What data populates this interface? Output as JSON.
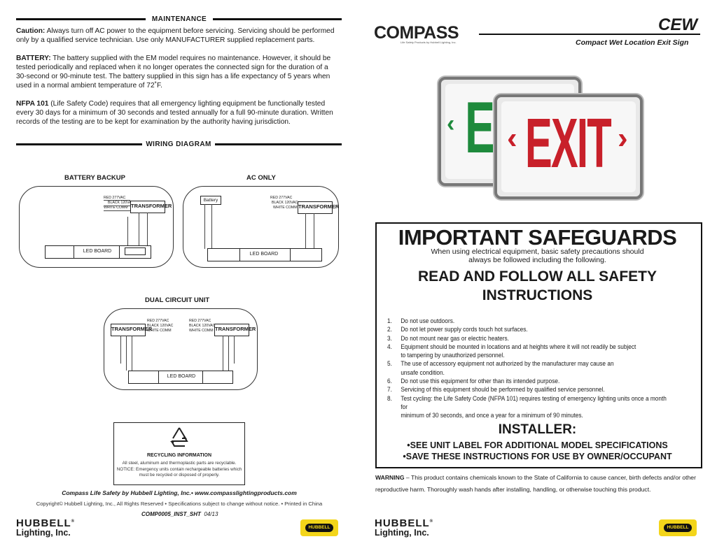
{
  "maintenance": {
    "title": "MAINTENANCE",
    "caution_label": "Caution:",
    "caution_text": " Always turn off AC power to the equipment before servicing. Servicing should be performed only by a qualified service technician. Use only MANUFACTURER supplied replacement parts.",
    "battery_label": "BATTERY:",
    "battery_text": " The battery supplied with the EM model requires no maintenance. However, it should be tested periodically and replaced when it no longer operates the connected sign for the duration of a 30-second or 90-minute test. The battery supplied in this sign has a life expectancy of 5 years when used in a normal ambient temperature of 72˚F.",
    "nfpa_label": "NFPA 101",
    "nfpa_text": " (Life Safety Code) requires that all emergency lighting equipment be functionally tested every 30 days for a minimum of 30 seconds and tested annually for a full 90-minute duration. Written records of the testing are to be kept for examination by the authority having jurisdiction."
  },
  "wiring": {
    "title": "WIRING DIAGRAM",
    "battery_backup": "BATTERY BACKUP",
    "ac_only": "AC ONLY",
    "dual_circuit": "DUAL CIRCUIT UNIT",
    "red": "RED 277VAC",
    "black": "BLACK 120VAC",
    "white": "WHITE COMM",
    "transformer": "TRANSFORMER",
    "led_board": "LED BOARD",
    "battery": "Battery"
  },
  "recycling": {
    "title": "RECYCLING INFORMATION",
    "line1": "All steel, aluminum and thermoplastic parts are recyclable.",
    "line2": "NOTICE: Emergency units contain rechargeable batteries which",
    "line3": "must be recycled or disposed of properly."
  },
  "footer_left": {
    "company": "Compass Life Safety by Hubbell Lighting, Inc.• www.compasslightingproducts.com",
    "copyright": "Copyright© Hubbell Lighting, Inc., All Rights Reserved • Specifications subject to change without notice. • Printed in China",
    "code": "COMP0005_INST_SHT",
    "date": "04/13"
  },
  "brand": {
    "compass": "COMPASS",
    "compass_tag": "Life Safety Products by Hubbell Lighting, Inc.",
    "hubbell": "HUBBELL",
    "reg": "®",
    "lighting": "Lighting, Inc.",
    "badge": "HUBBELL"
  },
  "product": {
    "code": "CEW",
    "name": "Compact Wet Location Exit Sign",
    "sign_text": "EXIT",
    "green_color": "#1e8a3c",
    "red_color": "#c8202a"
  },
  "safeguards": {
    "title": "IMPORTANT SAFEGUARDS",
    "sub1": "When using electrical equipment, basic safety precautions should",
    "sub2": "always be followed including the following.",
    "read1": "READ AND FOLLOW ALL SAFETY",
    "read2": "INSTRUCTIONS",
    "items": [
      {
        "n": "1.",
        "t": "Do not use outdoors."
      },
      {
        "n": "2.",
        "t": "Do not let power supply cords touch hot surfaces."
      },
      {
        "n": "3.",
        "t": "Do not mount near gas or electric heaters."
      },
      {
        "n": "4.",
        "t": "Equipment should be mounted in locations and at heights where it will not readily be subject"
      },
      {
        "n": "",
        "t": "to tampering by unauthorized personnel."
      },
      {
        "n": "5.",
        "t": "The use of accessory equipment not authorized by the manufacturer may cause an"
      },
      {
        "n": "",
        "t": "unsafe condition."
      },
      {
        "n": "6.",
        "t": "Do not use this equipment for other than its intended purpose."
      },
      {
        "n": "7.",
        "t": "Servicing of this equipment should be performed by qualified service personnel."
      },
      {
        "n": "8.",
        "t": "Test cycling: the Life Safety Code (NFPA 101) requires testing of emergency lighting units once a month for"
      },
      {
        "n": "",
        "t": "minimum of 30 seconds, and once a year for a minimum of 90 minutes."
      }
    ],
    "installer": "INSTALLER:",
    "inst1": "•SEE UNIT LABEL FOR ADDITIONAL MODEL SPECIFICATIONS",
    "inst2": "•SAVE THESE INSTRUCTIONS FOR USE BY OWNER/OCCUPANT"
  },
  "warning": {
    "label": "WARNING",
    "text": " – This product contains chemicals known to the State of California to cause cancer, birth defects and/or other reproductive harm. Thoroughly wash hands after installing, handling, or otherwise touching this product."
  }
}
